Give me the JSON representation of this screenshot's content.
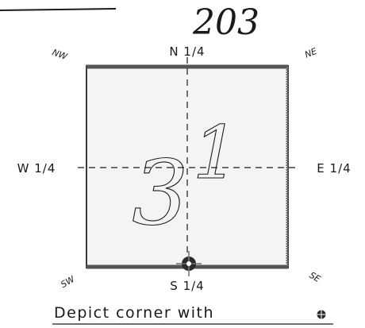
{
  "sheet": {
    "number": "203"
  },
  "section": {
    "number_left": "3",
    "number_right": "1"
  },
  "labels": {
    "north": "N 1/4",
    "south": "S 1/4",
    "west": "W 1/4",
    "east": "E 1/4",
    "nw": "NW",
    "ne": "NE",
    "sw": "SW",
    "se": "SE"
  },
  "legend": {
    "text": "Depict corner with"
  },
  "icons": {
    "corner_marker": "corner-monument-icon",
    "legend_marker": "corner-monument-icon"
  },
  "colors": {
    "ink": "#1a1a1a",
    "boundary": "#3a3a3a",
    "shade": "#f3f3f3"
  }
}
